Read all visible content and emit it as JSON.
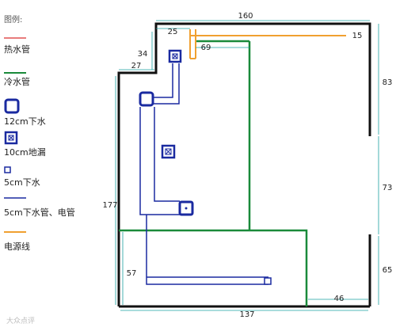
{
  "legend": {
    "title": "图例:",
    "items": [
      {
        "key": "hot_pipe",
        "label": "热水管",
        "color": "#e05050"
      },
      {
        "key": "cold_pipe",
        "label": "冷水管",
        "color": "#1a8a3a"
      },
      {
        "key": "drain_12",
        "label": "12cm下水",
        "color": "#1a2aa0"
      },
      {
        "key": "floor_drain",
        "label": "10cm地漏",
        "color": "#1a2aa0"
      },
      {
        "key": "drain_5",
        "label": "5cm下水",
        "color": "#1a2aa0"
      },
      {
        "key": "drain_pipe",
        "label": "5cm下水管、电管",
        "color": "#1a2aa0"
      },
      {
        "key": "power_line",
        "label": "电源线",
        "color": "#f0a030"
      }
    ]
  },
  "dimensions": {
    "top": "160",
    "top_left_small": "25",
    "orange_offset": "69",
    "orange_end": "15",
    "left_step_height": "34",
    "left_step_width": "27",
    "left_height": "177",
    "inner_height": "57",
    "right_upper": "83",
    "right_middle": "73",
    "right_lower": "65",
    "bottom": "137",
    "bottom_right": "46"
  },
  "colors": {
    "wall": "#111111",
    "cold": "#1a8a3a",
    "hot": "#e05050",
    "drain": "#1a2aa0",
    "power": "#f0a030",
    "dim_line": "#1aa0a0"
  },
  "watermark": "大众点评"
}
